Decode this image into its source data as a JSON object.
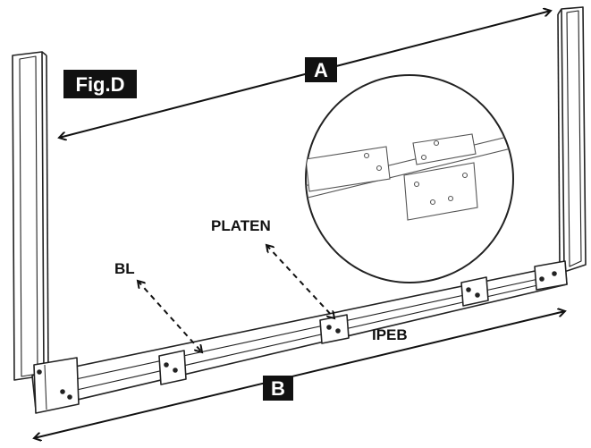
{
  "figure": {
    "label": "Fig.D"
  },
  "dimensions": {
    "a": "A",
    "b": "B"
  },
  "parts": {
    "bl": "BL",
    "platen": "PLATEN",
    "ipeb": "IPEB"
  }
}
